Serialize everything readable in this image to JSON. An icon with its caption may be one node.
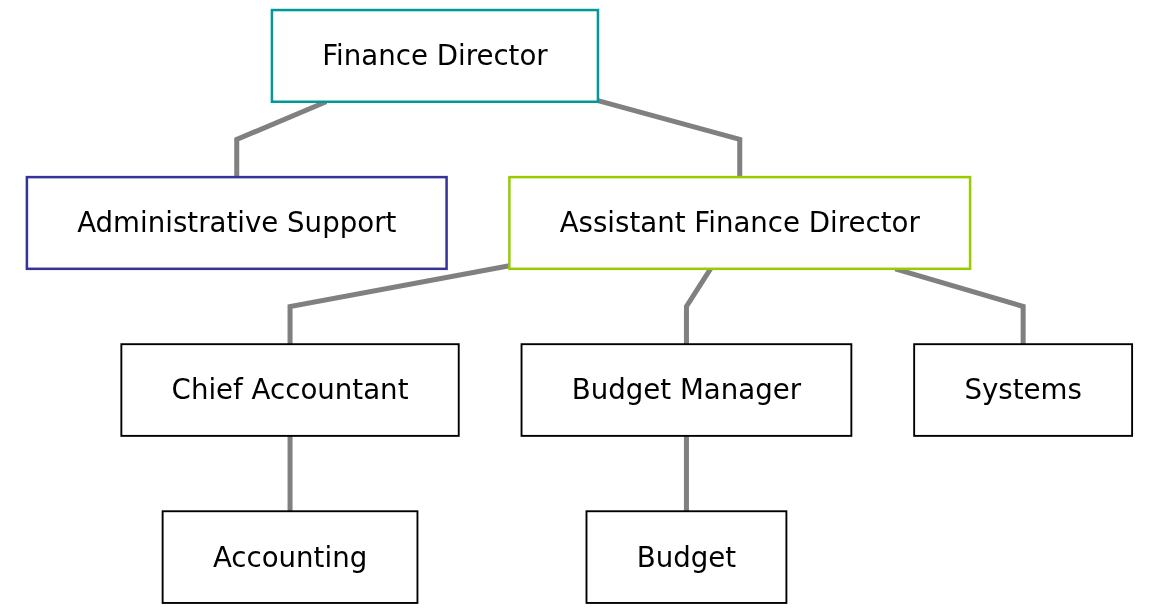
{
  "diagram": {
    "nodes": [
      {
        "text": [
          "Finance Director"
        ]
      },
      {
        "text": [
          "Administrative Support"
        ]
      },
      {
        "text": [
          "Assistant Finance Director"
        ]
      },
      {
        "text": [
          "Chief Accountant"
        ]
      },
      {
        "text": [
          "Budget Manager"
        ]
      },
      {
        "text": [
          "Systems"
        ]
      },
      {
        "text": [
          "Accounting"
        ]
      },
      {
        "text": [
          "Budget"
        ]
      }
    ],
    "edges": [
      {
        "from": 0,
        "to": 1,
        "arrow": "none"
      },
      {
        "from": 0,
        "to": 2,
        "arrow": "none"
      },
      {
        "from": 2,
        "to": 3,
        "arrow": "none"
      },
      {
        "from": 2,
        "to": 4,
        "arrow": "none"
      },
      {
        "from": 2,
        "to": 5,
        "arrow": "none"
      },
      {
        "from": 3,
        "to": 6,
        "arrow": "none"
      },
      {
        "from": 4,
        "to": 7,
        "arrow": "none"
      }
    ]
  }
}
